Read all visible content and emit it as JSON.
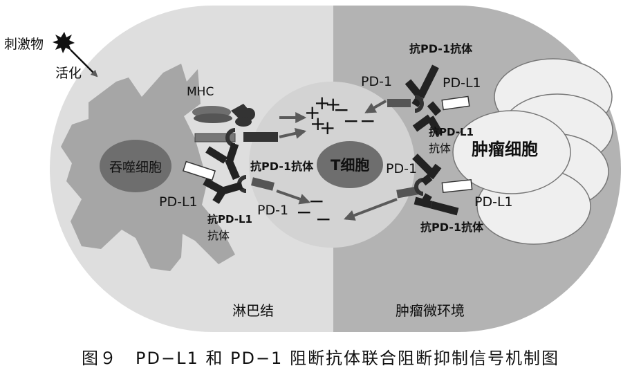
{
  "labels": {
    "stimulus": "刺激物",
    "activation": "活化",
    "mhc": "MHC",
    "macrophage": "吞噬细胞",
    "t_cell": "T细胞",
    "tumor_cell": "肿瘤细胞",
    "anti_pd1_top": "抗PD-1抗体",
    "anti_pd1_left": "抗PD-1抗体",
    "anti_pd1_bottom": "抗PD-1抗体",
    "pd1_top_right": "PD-1",
    "pdl1_top_right": "PD-L1",
    "anti_pdl1_right_line1": "抗PD-L1",
    "anti_pdl1_right_line2": "抗体",
    "pd1_mid_right": "PD-1",
    "pdl1_bottom_right": "PD-L1",
    "pdl1_left": "PD-L1",
    "anti_pdl1_left_line1": "抗PD-L1",
    "anti_pdl1_left_line2": "抗体",
    "pd1_bottom_left": "PD-1",
    "lymph_node": "淋巴结",
    "tumor_microenv": "肿瘤微环境",
    "plus": "+",
    "minus": "−"
  },
  "caption": "图９　PD−L1 和 PD−1 阻断抗体联合阻断抑制信号机制图",
  "colors": {
    "lymph_region": "#dedede",
    "tumor_region": "#b3b3b3",
    "macrophage_shape": "#a6a6a6",
    "nucleus": "#6e6e6e",
    "t_cell": "#d3d3d3",
    "tumor_cell": "#efefef",
    "receptor_dark": "#222222",
    "receptor_mid": "#707070",
    "arrow": "#666666"
  }
}
